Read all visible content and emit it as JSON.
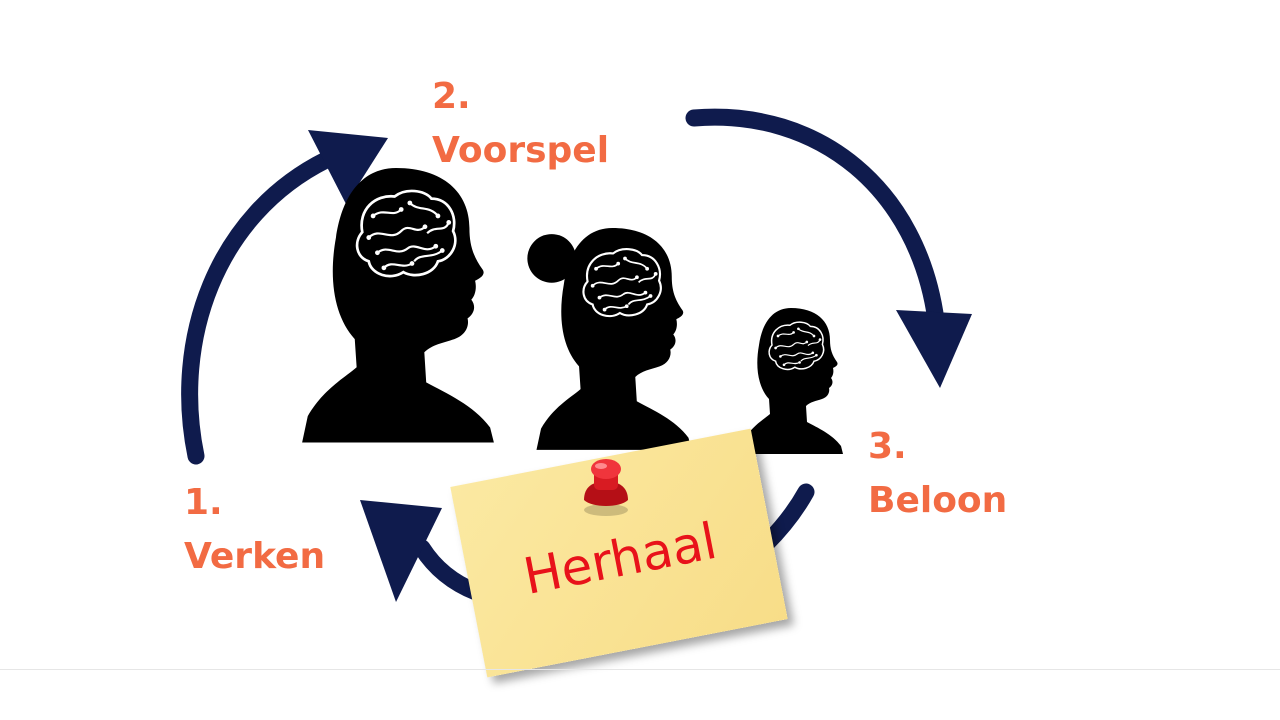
{
  "steps": {
    "step1": {
      "number": "1.",
      "label": "Verken"
    },
    "step2": {
      "number": "2.",
      "label": "Voorspel"
    },
    "step3": {
      "number": "3.",
      "label": "Beloon"
    }
  },
  "note": {
    "text": "Herhaal"
  },
  "icons": [
    "cycle-arrow",
    "head-silhouette-brain-icon",
    "push-pin-icon"
  ],
  "colors": {
    "label": "#F26B43",
    "arrow": "#0F1B4D",
    "silhouette": "#000000",
    "note": "#FBE39A",
    "note_text": "#E8121A",
    "pin": "#E01E24"
  }
}
